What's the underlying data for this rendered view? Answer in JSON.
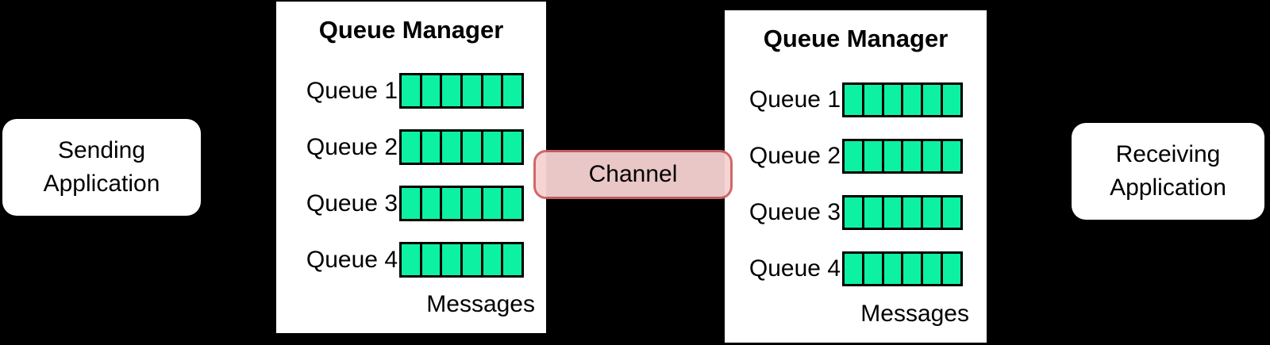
{
  "diagram": {
    "background": "#000000",
    "colors": {
      "box_fill": "#FFFFFF",
      "text": "#000000",
      "queue_cell": "#0DF2A2",
      "cell_border": "#000000",
      "channel_fill": "#F6D2D2",
      "channel_border": "#CD6060"
    },
    "cells_per_queue": 6,
    "sending_application": {
      "label": "Sending Application"
    },
    "receiving_application": {
      "label": "Receiving Application"
    },
    "channel": {
      "label": "Channel"
    },
    "queue_managers": [
      {
        "title": "Queue Manager",
        "queues": [
          "Queue 1",
          "Queue 2",
          "Queue 3",
          "Queue 4"
        ],
        "messages_label": "Messages"
      },
      {
        "title": "Queue Manager",
        "queues": [
          "Queue 1",
          "Queue 2",
          "Queue 3",
          "Queue 4"
        ],
        "messages_label": "Messages"
      }
    ]
  }
}
